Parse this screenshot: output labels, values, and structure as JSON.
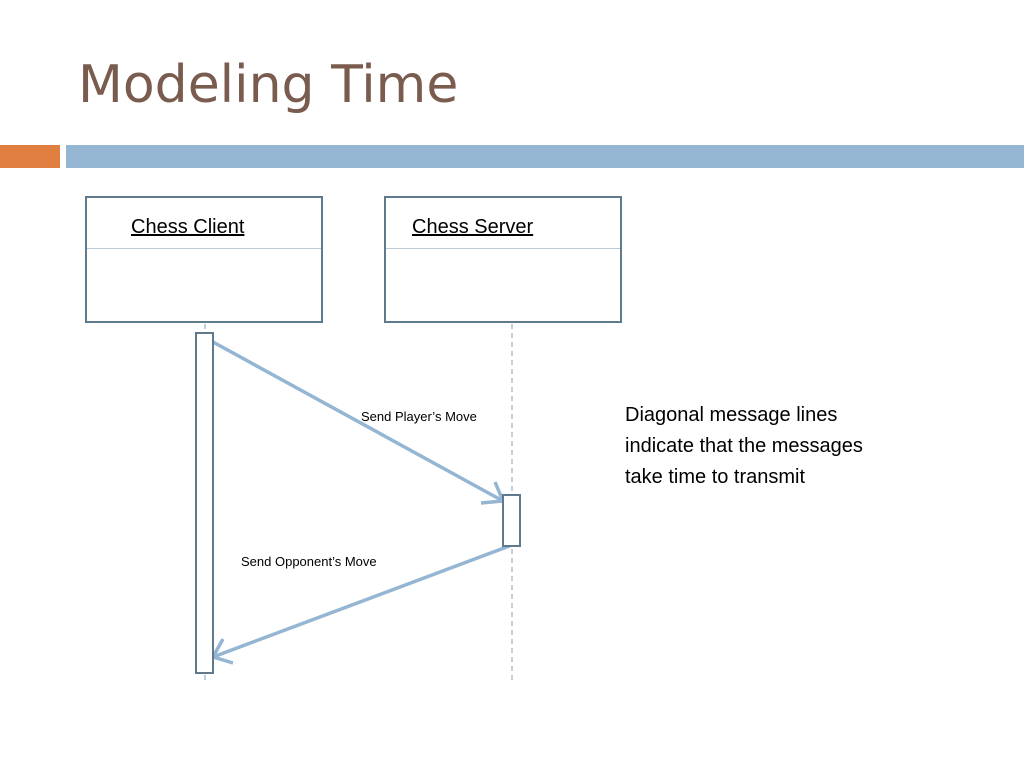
{
  "slide": {
    "title": "Modeling Time"
  },
  "diagram": {
    "lifelines": [
      {
        "name": "Chess Client"
      },
      {
        "name": "Chess Server"
      }
    ],
    "messages": [
      {
        "label": "Send  Player’s Move",
        "from": "Chess Client",
        "to": "Chess Server"
      },
      {
        "label": "Send Opponent’s Move",
        "from": "Chess Server",
        "to": "Chess Client"
      }
    ],
    "note_lines": [
      "Diagonal message lines",
      "indicate that the messages",
      "take time to transmit"
    ]
  },
  "colors": {
    "title": "#7a5c4f",
    "accent_orange": "#e07f3f",
    "accent_blue": "#94b6d2",
    "message_line": "#94b6d2",
    "box_border": "#5f7a8c"
  }
}
